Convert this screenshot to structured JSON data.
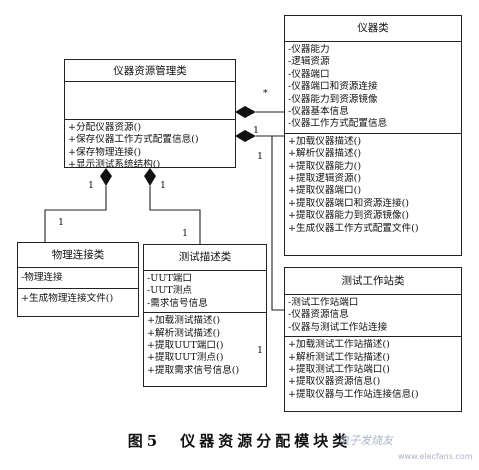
{
  "classes": {
    "manager": {
      "name": "仪器资源管理类",
      "attributes": [],
      "methods": [
        "+分配仪器资源()",
        "+保存仪器工作方式配置信息()",
        "+保存物理连接()",
        "+显示测试系统结构()"
      ]
    },
    "instrument": {
      "name": "仪器类",
      "attributes": [
        "-仪器能力",
        "-逻辑资源",
        "-仪器端口",
        "-仪器端口和资源连接",
        "-仪器能力到资源镜像",
        "-仪器基本信息",
        "-仪器工作方式配置信息"
      ],
      "methods": [
        "+加载仪器描述()",
        "+解析仪器描述()",
        "+提取仪器能力()",
        "+提取逻辑资源()",
        "+提取仪器端口()",
        "+提取仪器端口和资源连接()",
        "+提取仪器能力到资源镜像()",
        "+生成仪器工作方式配置文件()"
      ]
    },
    "physical": {
      "name": "物理连接类",
      "attributes": [
        "-物理连接"
      ],
      "methods": [
        "+生成物理连接文件()"
      ]
    },
    "testdesc": {
      "name": "测试描述类",
      "attributes": [
        "-UUT端口",
        "-UUT测点",
        "-需求信号信息"
      ],
      "methods": [
        "+加载测试描述()",
        "+解析测试描述()",
        "+提取UUT端口()",
        "+提取UUT测点()",
        "+提取需求信号信息()"
      ]
    },
    "station": {
      "name": "测试工作站类",
      "attributes": [
        "-测试工作站端口",
        "-仪器资源信息",
        "-仪器与测试工作站连接"
      ],
      "methods": [
        "+加载测试工作站描述()",
        "+解析测试工作站描述()",
        "+提取测试工作站端口()",
        "+提取仪器资源信息()",
        "+提取仪器与工作站连接信息()"
      ]
    }
  },
  "multiplicities": {
    "inst_star": "*",
    "inst_one_a": "1",
    "inst_one_b": "1",
    "phys_one_top": "1",
    "phys_one_bottom": "1",
    "desc_one_top": "1",
    "desc_one_bottom": "1",
    "station_one": "1"
  },
  "caption": "图5　仪器资源分配模块类",
  "watermark": "电子发烧友",
  "watermark_url": "www.elecfans.com"
}
